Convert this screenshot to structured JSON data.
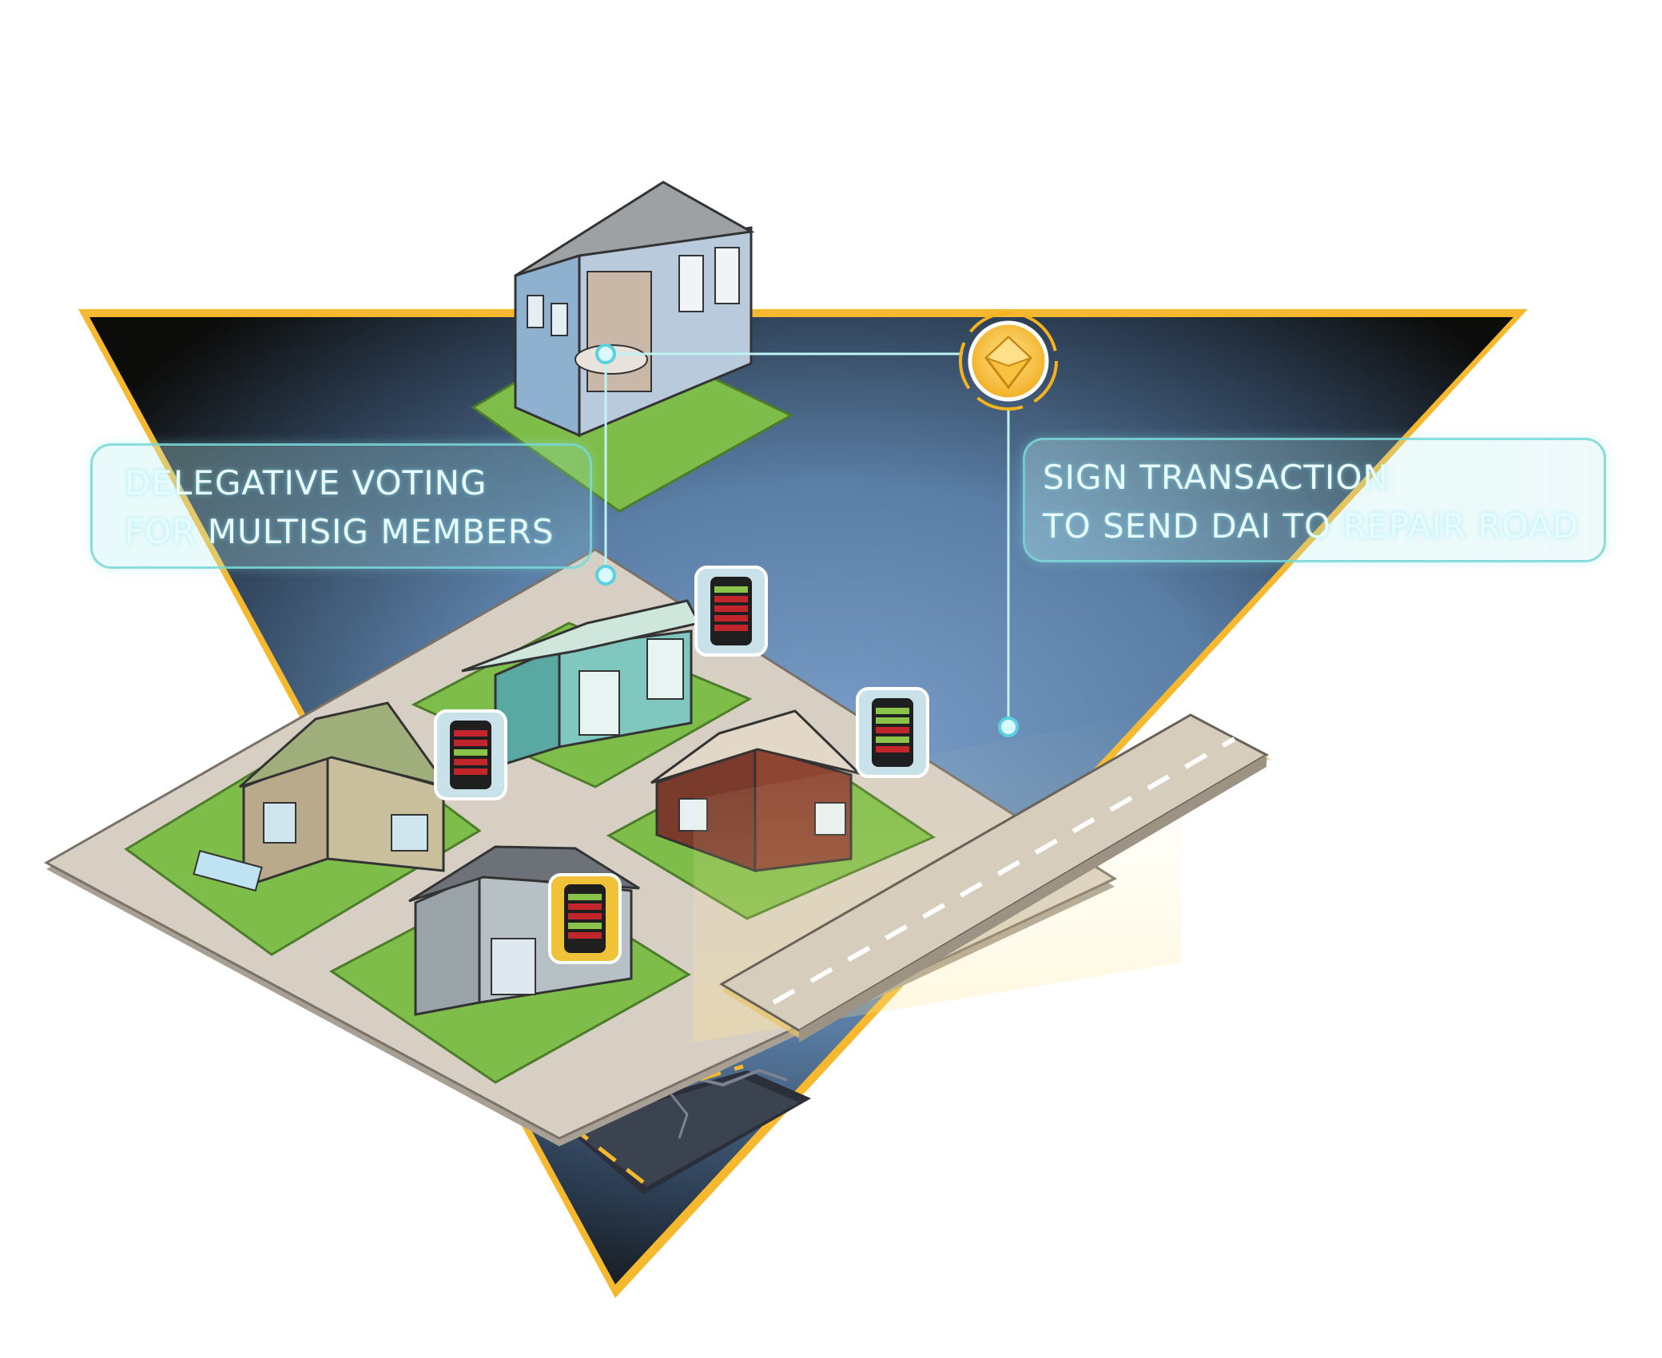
{
  "callouts": {
    "delegative": {
      "line1": "DELEGATIVE VOTING",
      "line2": "FOR MULTISIG MEMBERS"
    },
    "sign": {
      "line1": "SIGN TRANSACTION",
      "line2": "TO SEND DAI TO REPAIR ROAD"
    }
  },
  "colors": {
    "frame_gold": "#f5b82e",
    "sky_dark": "#0c0c0a",
    "sky_blue": "#6f93bd",
    "platform": "#d8cfc4",
    "lawn": "#7fbd4a",
    "road": "#d6cdbd",
    "connector": "#bff3f3",
    "ballot_red": "#c0262c",
    "ballot_green": "#8bc34a",
    "callout_text": "#e8fbff",
    "token_gold": "#f4b21d"
  },
  "icons": {
    "token": "dai-token-icon",
    "phone": "smartphone-ballot-icon",
    "node": "connector-node-icon"
  }
}
